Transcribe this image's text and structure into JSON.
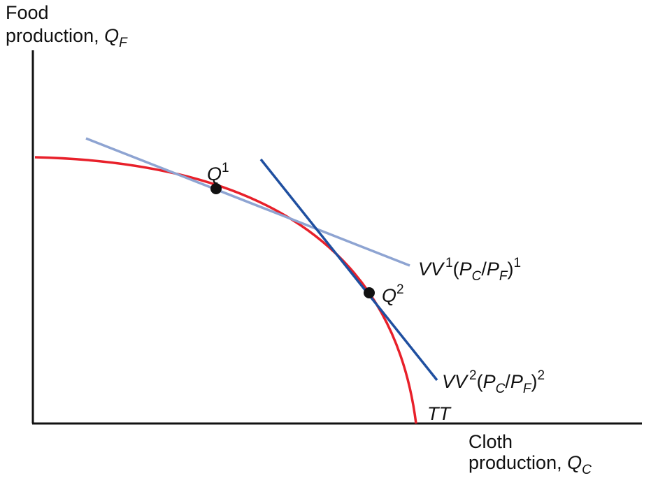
{
  "labels": {
    "y_axis_line1": "Food",
    "y_axis_line2": "production, ",
    "y_axis_var": "Q",
    "y_axis_sub": "F",
    "x_axis_line1": "Cloth",
    "x_axis_line2": "production, ",
    "x_axis_var": "Q",
    "x_axis_sub": "C",
    "curve": "TT",
    "point1_var": "Q",
    "point1_sup": "1",
    "point2_var": "Q",
    "point2_sup": "2",
    "line1_var": "VV",
    "line1_sup": "1",
    "line1_open": "(",
    "line1_p1": "P",
    "line1_p1_sub": "C",
    "line1_slash": "/",
    "line1_p2": "P",
    "line1_p2_sub": "F",
    "line1_close": ")",
    "line1_close_sup": "1",
    "line2_var": "VV",
    "line2_sup": "2",
    "line2_open": "(",
    "line2_p1": "P",
    "line2_p1_sub": "C",
    "line2_slash": "/",
    "line2_p2": "P",
    "line2_p2_sub": "F",
    "line2_close": ")",
    "line2_close_sup": "2"
  },
  "colors": {
    "axis": "#111111",
    "curve": "#e8202a",
    "line1": "#8ea4d2",
    "line2": "#1f4fa0",
    "point": "#111111"
  }
}
